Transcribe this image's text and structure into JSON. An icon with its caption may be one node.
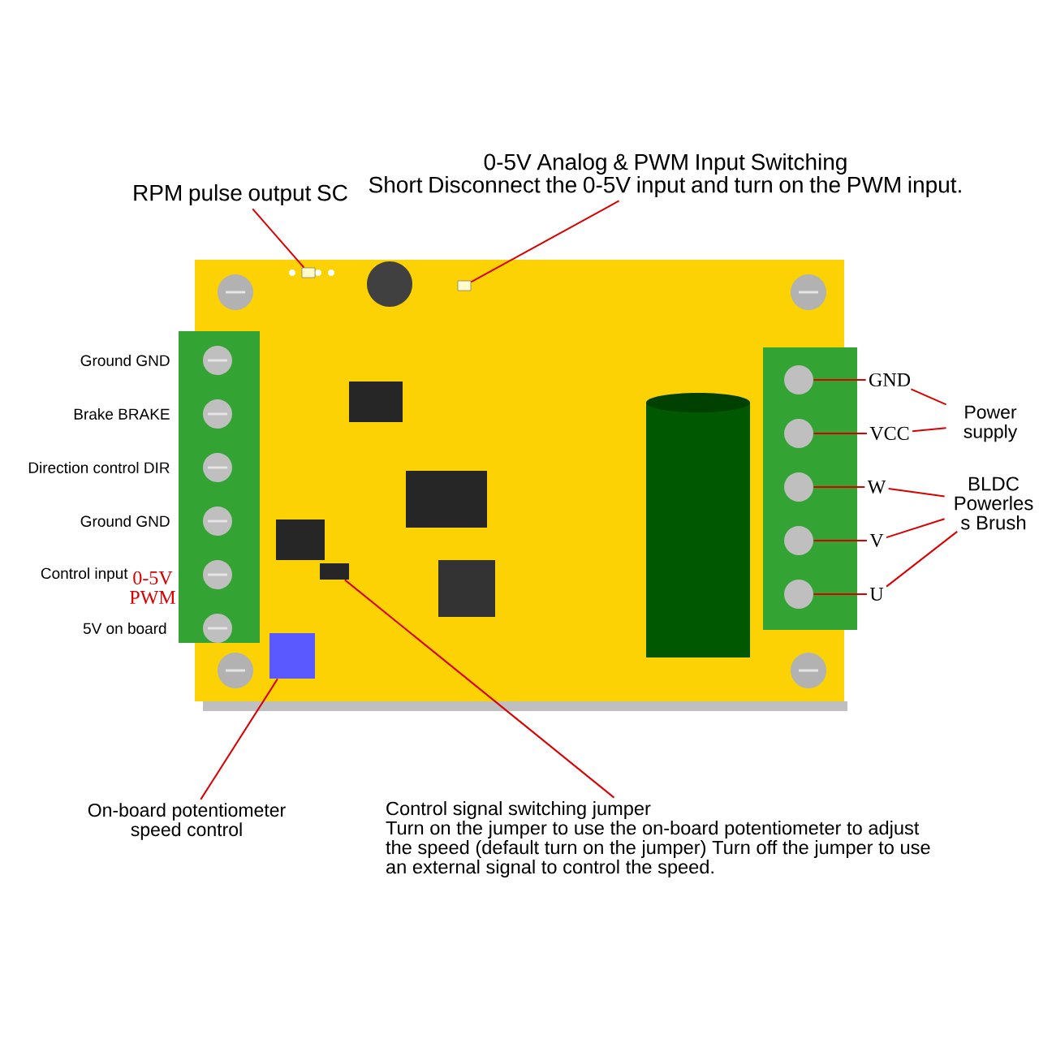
{
  "diagram": {
    "nodes": [
      {
        "text": [
          "RPM pulse output SC"
        ]
      },
      {
        "text": [],
        "shape": "box"
      },
      {
        "text": [
          "0-5V Analog & PWM Input Switching",
          "Short Disconnect the 0-5V input and turn on the PWM input."
        ]
      },
      {
        "text": [],
        "shape": "box"
      },
      {
        "text": [],
        "shape": "box"
      },
      {
        "text": [
          "On-board potentiometer speed control"
        ]
      },
      {
        "text": [],
        "shape": "box"
      },
      {
        "text": [
          "Control signal switching jumper",
          "Turn on the jumper to use the on-board potentiometer to adjust the speed (default turn on the jumper) Turn off the jumper to use an external signal to control the speed."
        ]
      },
      {
        "text": [],
        "shape": "circle"
      },
      {
        "text": [],
        "shape": "circle"
      },
      {
        "text": [],
        "shape": "circle"
      },
      {
        "text": [],
        "shape": "circle"
      },
      {
        "text": [],
        "shape": "circle"
      },
      {
        "text": [
          "GND"
        ]
      },
      {
        "text": [
          "VCC"
        ]
      },
      {
        "text": [
          "W"
        ]
      },
      {
        "text": [
          "V"
        ]
      },
      {
        "text": [
          "U"
        ]
      },
      {
        "text": [
          "Power supply"
        ]
      },
      {
        "text": [
          "BLDC Powerles s Brush"
        ]
      }
    ],
    "edges": [
      {
        "from": 0,
        "to": 1,
        "arrow": "none"
      },
      {
        "from": 2,
        "to": 3,
        "arrow": "none"
      },
      {
        "from": 5,
        "to": 4,
        "arrow": "none"
      },
      {
        "from": 7,
        "to": 6,
        "arrow": "none"
      },
      {
        "from": 13,
        "to": 8,
        "arrow": "none"
      },
      {
        "from": 14,
        "to": 9,
        "arrow": "none"
      },
      {
        "from": 15,
        "to": 10,
        "arrow": "none"
      },
      {
        "from": 16,
        "to": 11,
        "arrow": "none"
      },
      {
        "from": 17,
        "to": 12,
        "arrow": "none"
      },
      {
        "from": 13,
        "to": 18,
        "arrow": "none"
      },
      {
        "from": 14,
        "to": 18,
        "arrow": "none"
      },
      {
        "from": 15,
        "to": 19,
        "arrow": "none"
      },
      {
        "from": 16,
        "to": 19,
        "arrow": "none"
      },
      {
        "from": 17,
        "to": 19,
        "arrow": "none"
      }
    ],
    "labels": [
      "Ground GND",
      "Brake BRAKE",
      "Direction control DIR",
      "Ground GND",
      "Control input",
      "0-5V PWM",
      "5V on board"
    ]
  }
}
